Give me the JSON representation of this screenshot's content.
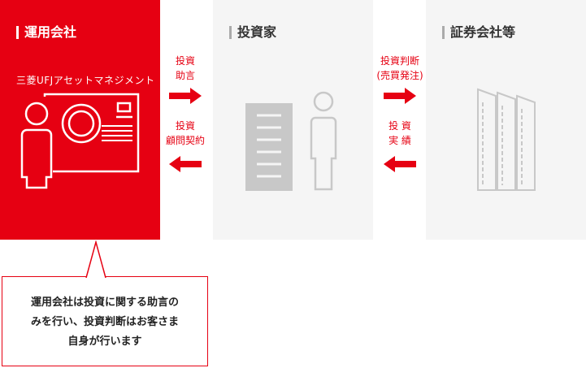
{
  "panels": {
    "manager": {
      "title": "運用会社",
      "company": "三菱UFJアセットマネジメント"
    },
    "investor": {
      "title": "投資家"
    },
    "securities": {
      "title": "証券会社等"
    }
  },
  "flows": {
    "advice": "投資\n助言",
    "contract": "投資\n顧問契約",
    "decision": "投資判断\n(売買発注)",
    "results": "投 資\n実 績"
  },
  "callout": {
    "text": "運用会社は投資に関する助言の\nみを行い、投資判断はお客さま\n自身が行います"
  },
  "colors": {
    "accent": "#e60012",
    "panel_gray": "#f5f5f5",
    "icon_gray": "#c8c8c8"
  }
}
